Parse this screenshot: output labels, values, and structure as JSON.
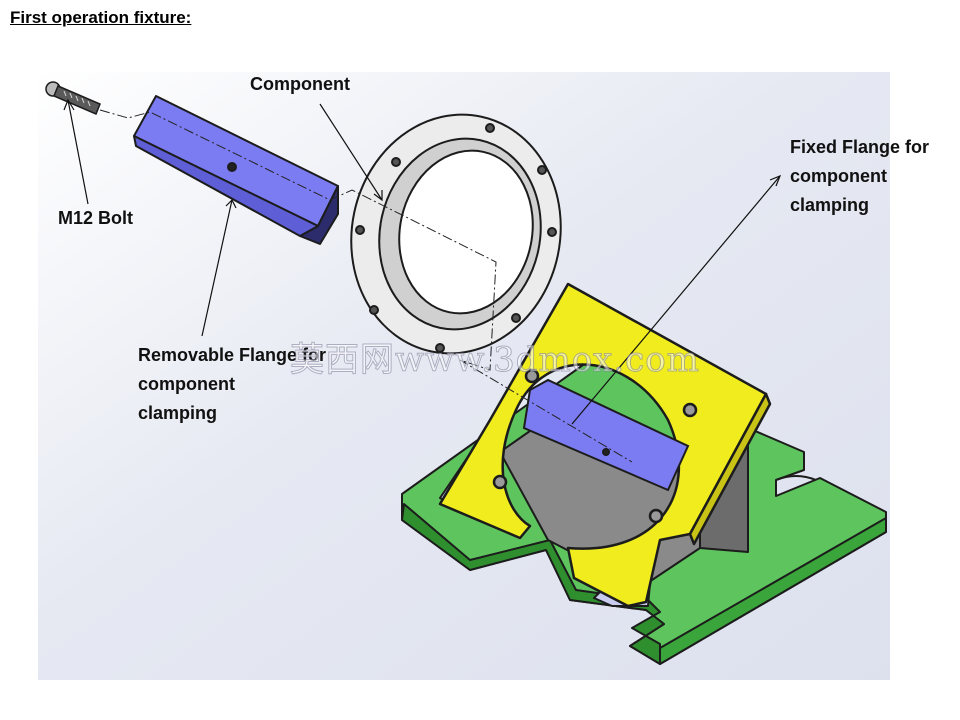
{
  "title": "First operation fixture:",
  "labels": {
    "bolt": "M12 Bolt",
    "component": "Component",
    "fixed_flange": [
      "Fixed Flange for",
      "component",
      "clamping"
    ],
    "removable_flange": [
      "Removable Flange for",
      "component",
      "clamping"
    ]
  },
  "watermark": "莫西网www.3dmox.com",
  "colors": {
    "base_plate": "#5ec45e",
    "fixed_flange": "#f0ec1e",
    "removable_flange": "#7c7cf2",
    "component_ring": "#ececec",
    "support_gray": "#8a8a8a",
    "backdrop": "#dfe3ef"
  }
}
